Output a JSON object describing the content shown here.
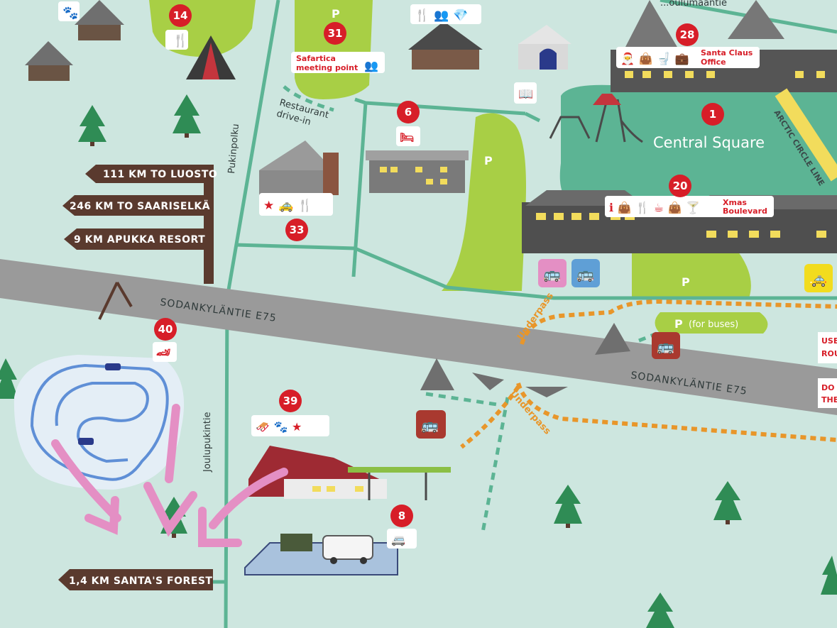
{
  "signposts": {
    "luosto": "111 KM TO LUOSTO",
    "saariselka": "246 KM TO SAARISELKÄ",
    "apukka": "9 KM APUKKA RESORT",
    "santas_forest": "1,4 KM SANTA'S FOREST"
  },
  "roads": {
    "highway_west": "SODANKYLÄNTIE E75",
    "highway_east": "SODANKYLÄNTIE E75",
    "pukinpolku": "Pukinpolku",
    "joulupukintie": "Joulupukintie",
    "top_road": "...oulumaantie"
  },
  "areas": {
    "central_square": "Central Square",
    "arctic_circle": "ARCTIC CIRCLE LINE",
    "restaurant_drivein": [
      "Restaurant",
      "drive-in"
    ],
    "underpass_north": "Underpass",
    "underpass_south": "Underpass"
  },
  "parking": {
    "p_top": "P",
    "p_hotel": "P",
    "p_boulevard": "P",
    "p_buses": "P",
    "p_buses_note": "(for buses)"
  },
  "pois": {
    "p14": "14",
    "p31": "31",
    "p31_label": [
      "Safartica",
      "meeting point"
    ],
    "p28": "28",
    "p28_label": [
      "Santa Claus",
      "Office"
    ],
    "p6": "6",
    "p1": "1",
    "p20": "20",
    "p20_label": [
      "Xmas",
      "Boulevard"
    ],
    "p33": "33",
    "p40": "40",
    "p39": "39",
    "p8": "8"
  },
  "edge_text": {
    "e1": "USE",
    "e2": "ROU",
    "e3": "DO",
    "e4": "THE"
  },
  "colors": {
    "background": "#cde6df",
    "light_green": "#a8cf45",
    "highway": "#9a9a9a",
    "poi_red": "#d71e28",
    "sign_brown": "#5a3a2e",
    "path_green": "#5cb494",
    "underpass_orange": "#e8962a",
    "walk_arrow_pink": "#e48fc4"
  }
}
